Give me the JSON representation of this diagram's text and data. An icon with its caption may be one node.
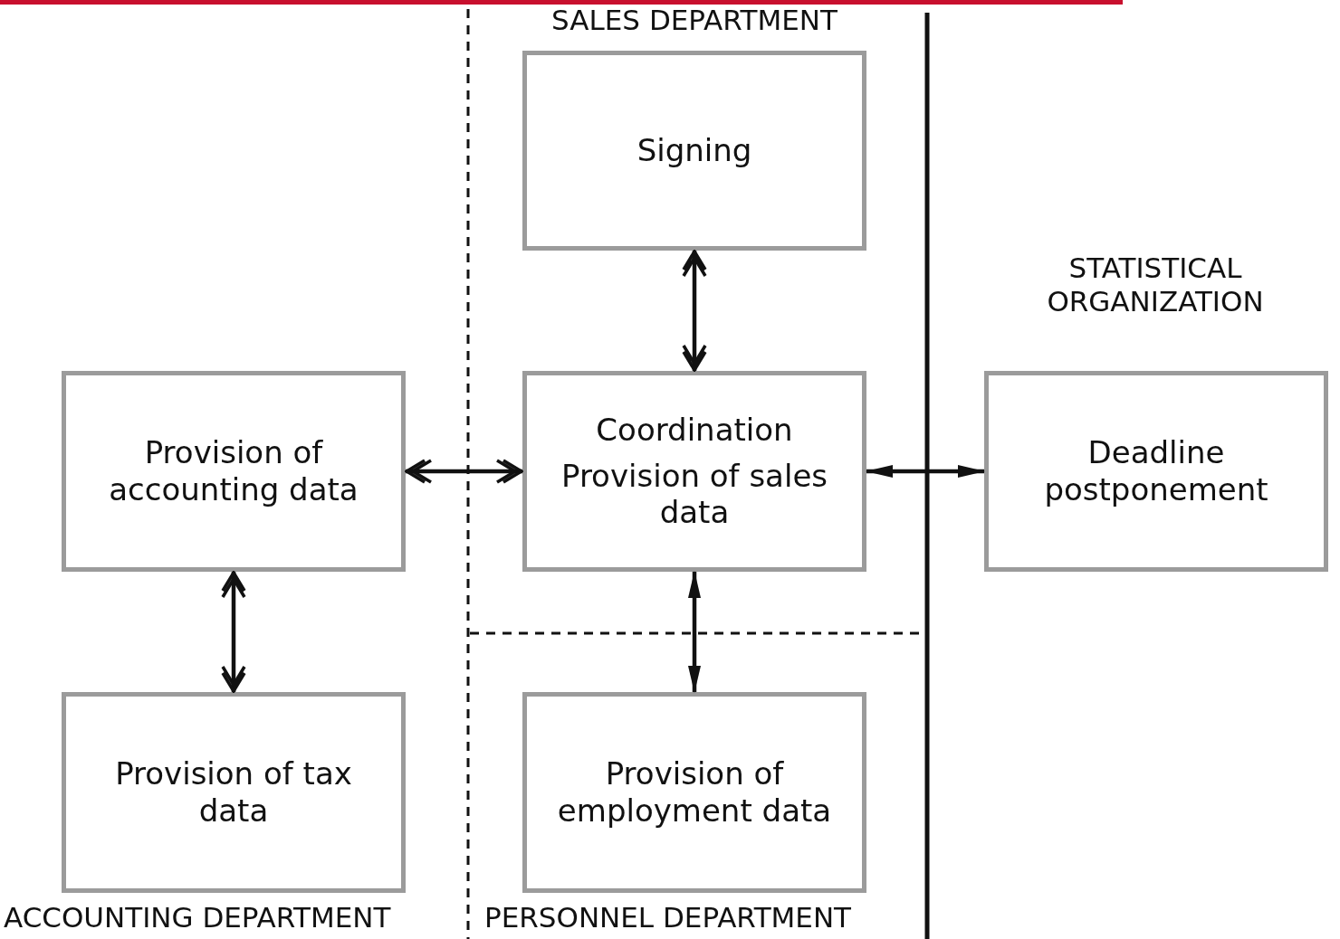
{
  "diagram": {
    "nodes": [
      {
        "text": [
          "Signing"
        ]
      },
      {
        "text": [
          "Coordination",
          "Provision of sales data"
        ]
      },
      {
        "text": [
          "Provision of accounting data"
        ]
      },
      {
        "text": [
          "Provision of tax data"
        ]
      },
      {
        "text": [
          "Provision of employment data"
        ]
      },
      {
        "text": [
          "Deadline postponement"
        ]
      }
    ],
    "edges": [
      {
        "from": 0,
        "to": 1,
        "arrow": "both"
      },
      {
        "from": 2,
        "to": 1,
        "arrow": "both"
      },
      {
        "from": 2,
        "to": 3,
        "arrow": "both"
      },
      {
        "from": 1,
        "to": 4,
        "arrow": "both"
      },
      {
        "from": 1,
        "to": 5,
        "arrow": "both"
      }
    ],
    "labels": [
      "SALES DEPARTMENT",
      "STATISTICAL ORGANIZATION",
      "ACCOUNTING DEPARTMENT",
      "PERSONNEL DEPARTMENT"
    ]
  }
}
